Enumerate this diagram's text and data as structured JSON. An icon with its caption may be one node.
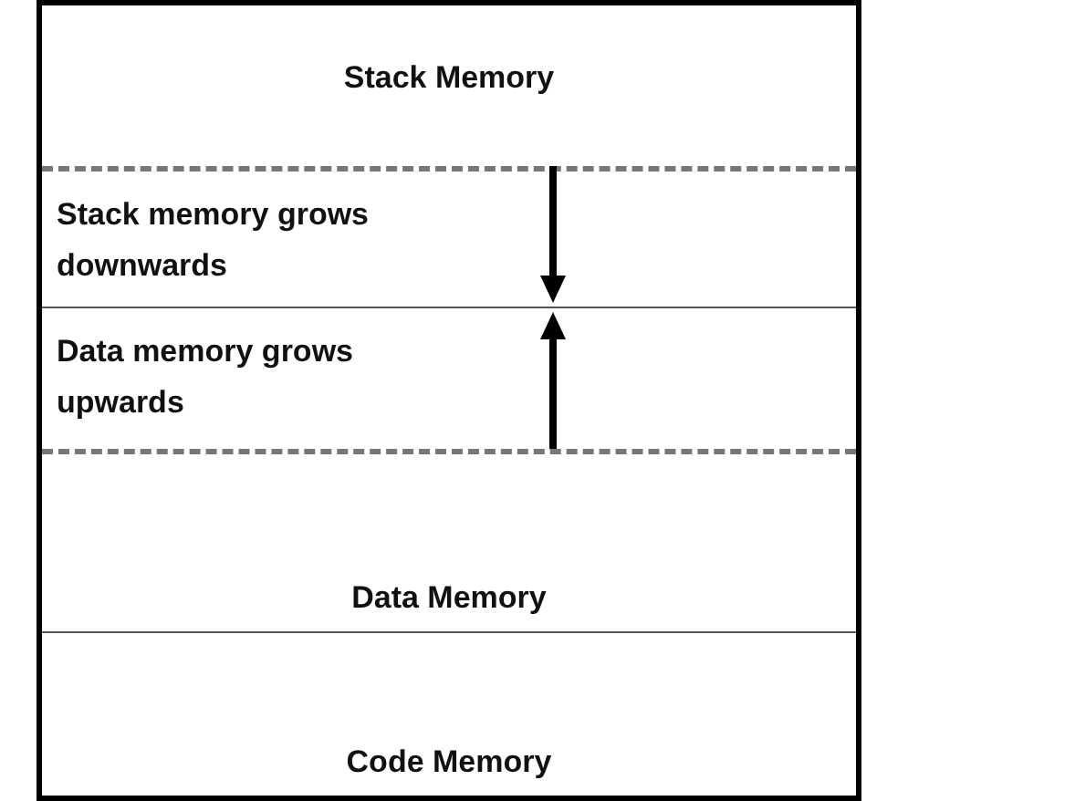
{
  "diagram": {
    "nodes": [
      {
        "text": [
          "Stack Memory"
        ]
      },
      {
        "text": [
          "Stack memory grows downwards"
        ]
      },
      {
        "text": [
          "Data memory grows upwards"
        ]
      },
      {
        "text": [
          "Data Memory"
        ]
      },
      {
        "text": [
          "Code Memory"
        ]
      }
    ]
  }
}
